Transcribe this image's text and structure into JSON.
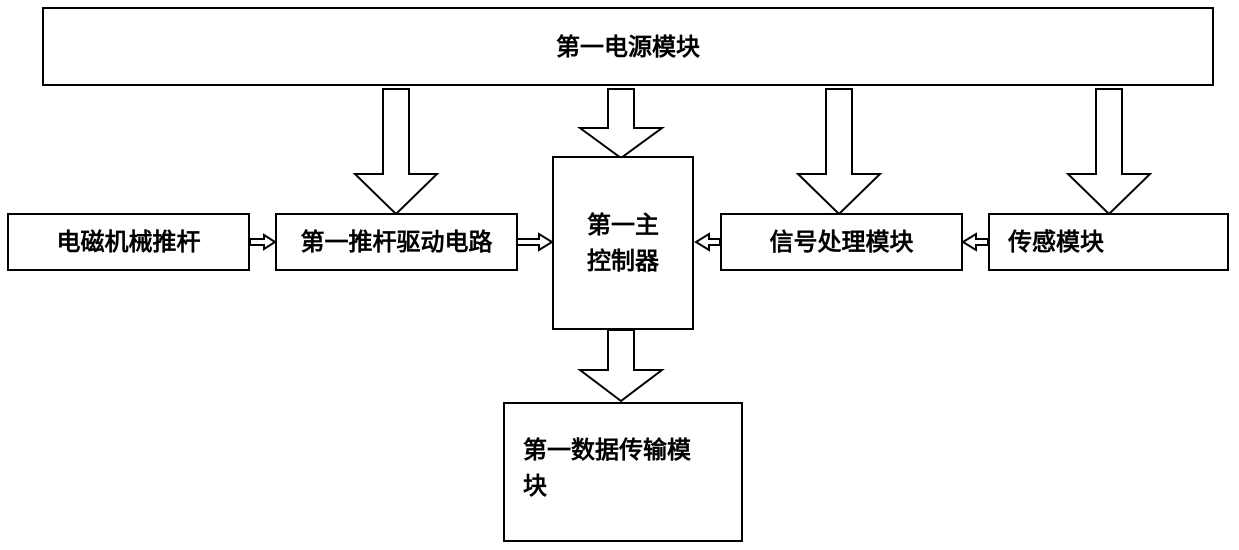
{
  "diagram": {
    "power_module": "第一电源模块",
    "electromagnetic_pushrod": "电磁机械推杆",
    "pushrod_driver_circuit": "第一推杆驱动电路",
    "main_controller": "第一主\n控制器",
    "signal_processing_module": "信号处理模块",
    "sensor_module": "传感模块",
    "data_transmission_module": "第一数据传输模\n块"
  },
  "colors": {
    "stroke": "#000000",
    "fill": "#ffffff"
  }
}
